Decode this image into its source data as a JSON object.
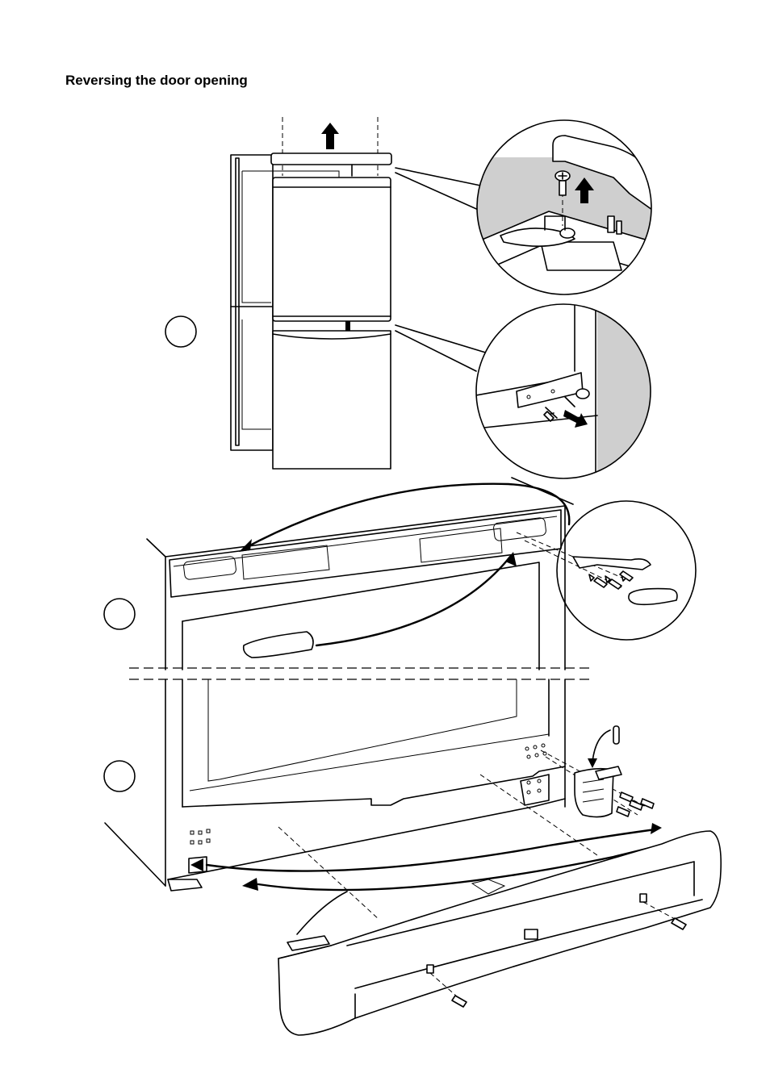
{
  "page": {
    "heading": "Reversing the door opening"
  },
  "steps": [
    {
      "id": "step-1",
      "label": ""
    },
    {
      "id": "step-2",
      "label": ""
    },
    {
      "id": "step-3",
      "label": ""
    }
  ],
  "colors": {
    "line": "#000000",
    "background": "#ffffff",
    "shade": "#cfcfcf"
  },
  "icons": [
    "arrow-up-icon",
    "arrow-curve-icon",
    "screw-icon",
    "hinge-bracket-icon",
    "magnifier-circle-icon"
  ]
}
